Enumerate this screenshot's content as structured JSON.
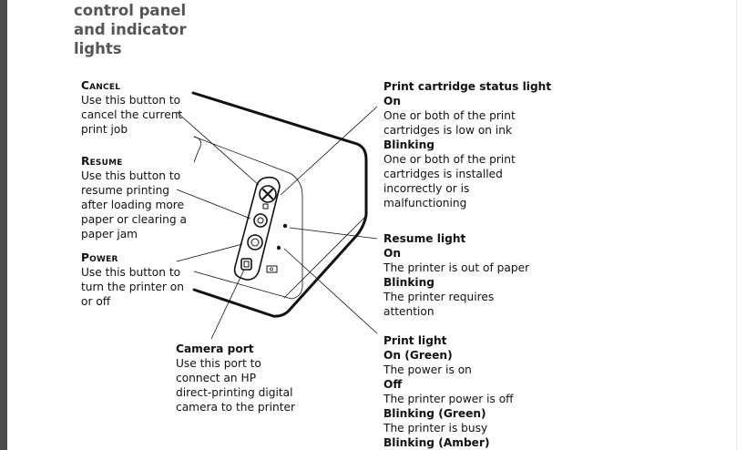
{
  "title_lines": [
    "control panel",
    "and indicator",
    "lights"
  ],
  "cancel": {
    "heading": "Cancel",
    "lines": [
      "Use this button to",
      "cancel the current",
      "print job"
    ]
  },
  "resume": {
    "heading": "Resume",
    "lines": [
      "Use this button to",
      "resume printing",
      "after loading more",
      "paper or clearing a",
      "paper jam"
    ]
  },
  "power": {
    "heading": "Power",
    "lines": [
      "Use this button to",
      "turn the printer on",
      "or off"
    ]
  },
  "camera_port": {
    "heading": "Camera port",
    "lines": [
      "Use this port to",
      "connect an HP",
      "direct-printing digital",
      "camera to the printer"
    ]
  },
  "cartridge_light": {
    "heading": "Print cartridge status light",
    "on_label": "On",
    "on_lines": [
      "One or both of the print",
      "cartridges is low on ink"
    ],
    "blink_label": "Blinking",
    "blink_lines": [
      "One or both of the print",
      "cartridges is installed",
      "incorrectly or is",
      "malfunctioning"
    ]
  },
  "resume_light": {
    "heading": "Resume light",
    "on_label": "On",
    "on_text": "The printer is out of paper",
    "blink_label": "Blinking",
    "blink_lines": [
      "The printer requires",
      "attention"
    ]
  },
  "print_light": {
    "heading": "Print light",
    "on_label": "On (Green)",
    "on_text": "The power is on",
    "off_label": "Off",
    "off_text": "The printer power is off",
    "blink_green_label": "Blinking (Green)",
    "blink_green_text": "The printer is busy",
    "blink_amber_label": "Blinking (Amber)"
  }
}
